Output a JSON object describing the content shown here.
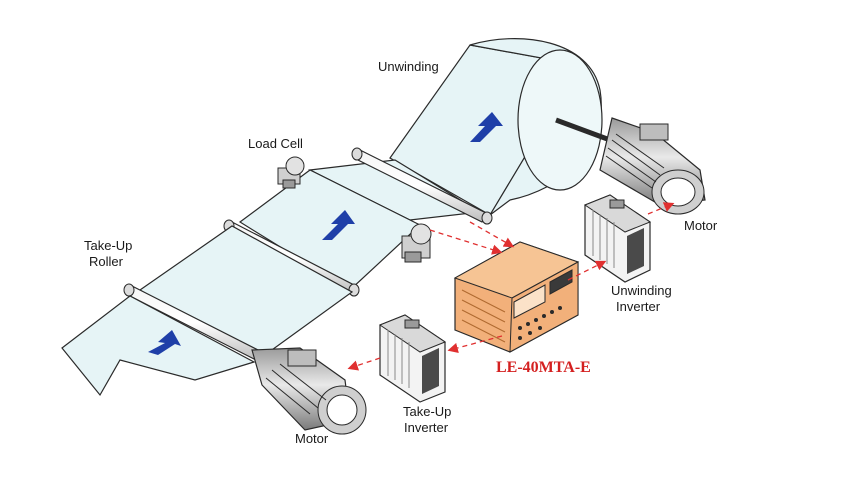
{
  "labels": {
    "unwinding": "Unwinding",
    "load_cell": "Load Cell",
    "take_up_roller_1": "Take-Up",
    "take_up_roller_2": "Roller",
    "motor_right": "Motor",
    "motor_bottom": "Motor",
    "unwinding_inverter_1": "Unwinding",
    "unwinding_inverter_2": "Inverter",
    "take_up_inverter_1": "Take-Up",
    "take_up_inverter_2": "Inverter",
    "controller_model": "LE-40MTA-E"
  },
  "colors": {
    "web_fill": "#e6f4f6",
    "outline": "#2a2a2a",
    "arrow": "#1f3fa8",
    "controller": "#f2b07a",
    "signal": "#e03030",
    "model_text": "#d42020"
  }
}
